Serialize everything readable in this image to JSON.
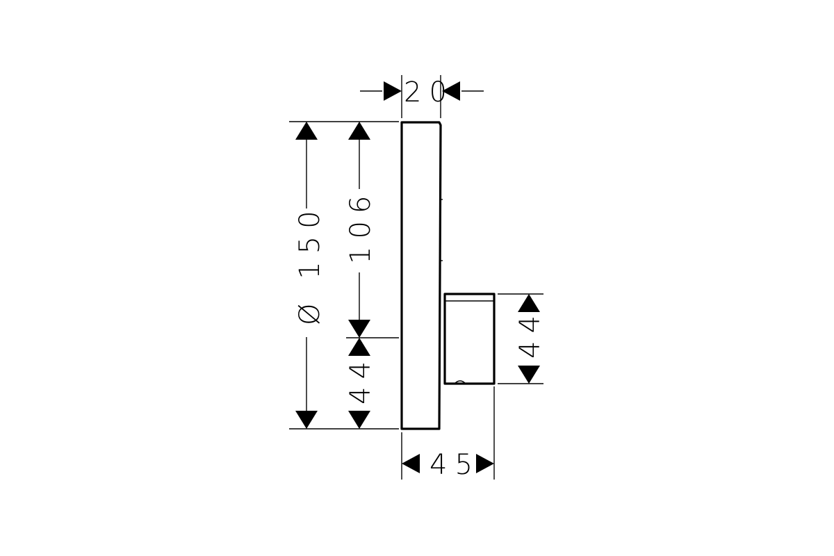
{
  "drawing": {
    "description_hidden": "",
    "dimensions": {
      "top_width": "20",
      "bottom_width": "45",
      "diameter": "Ø 150",
      "upper_height": "106",
      "lower_left_height": "44",
      "right_height": "44"
    },
    "colors": {
      "line": "#000000",
      "background": "#ffffff"
    }
  }
}
